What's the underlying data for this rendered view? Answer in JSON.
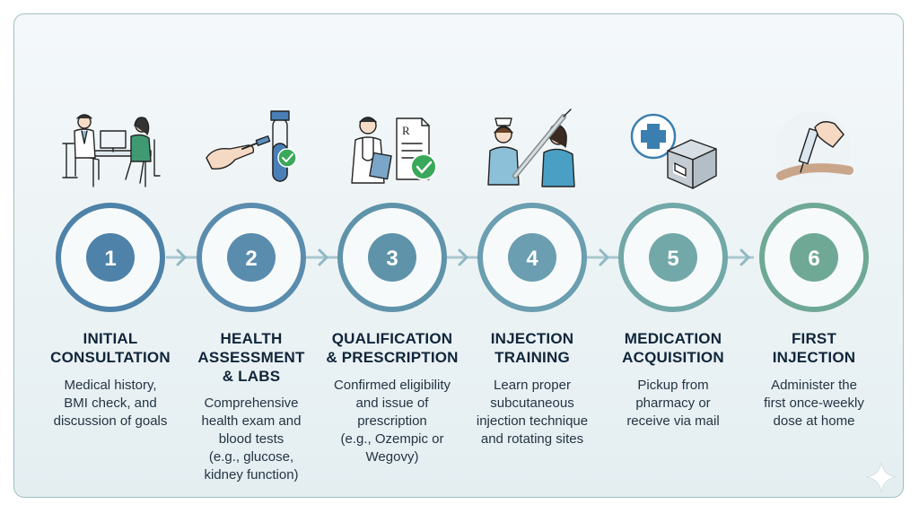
{
  "steps": [
    {
      "number": "1",
      "title": [
        "INITIAL",
        "CONSULTATION"
      ],
      "desc": [
        "Medical history,",
        "BMI check, and",
        "discussion of goals"
      ],
      "color": "#4e82a8",
      "icon": "doctor-patient-consultation-icon"
    },
    {
      "number": "2",
      "title": [
        "HEALTH",
        "ASSESSMENT",
        "& LABS"
      ],
      "desc": [
        "Comprehensive",
        "health exam and",
        "blood tests",
        "(e.g., glucose,",
        "kidney function)"
      ],
      "color": "#5a8cae",
      "icon": "blood-test-icon"
    },
    {
      "number": "3",
      "title": [
        "QUALIFICATION",
        "& PRESCRIPTION"
      ],
      "desc": [
        "Confirmed eligibility",
        "and issue of",
        "prescription",
        "(e.g., Ozempic or",
        "Wegovy)"
      ],
      "color": "#5f93a9",
      "icon": "doctor-prescription-icon"
    },
    {
      "number": "4",
      "title": [
        "INJECTION",
        "TRAINING"
      ],
      "desc": [
        "Learn proper",
        "subcutaneous",
        "injection technique",
        "and rotating sites"
      ],
      "color": "#6a9eb0",
      "icon": "nurse-training-icon"
    },
    {
      "number": "5",
      "title": [
        "MEDICATION",
        "ACQUISITION"
      ],
      "desc": [
        "Pickup from",
        "pharmacy or",
        "receive via mail"
      ],
      "color": "#72a8a8",
      "icon": "pharmacy-package-icon"
    },
    {
      "number": "6",
      "title": [
        "FIRST",
        "INJECTION"
      ],
      "desc": [
        "Administer the",
        "first once-weekly",
        "dose at home"
      ],
      "color": "#6fa996",
      "icon": "self-injection-icon"
    }
  ]
}
